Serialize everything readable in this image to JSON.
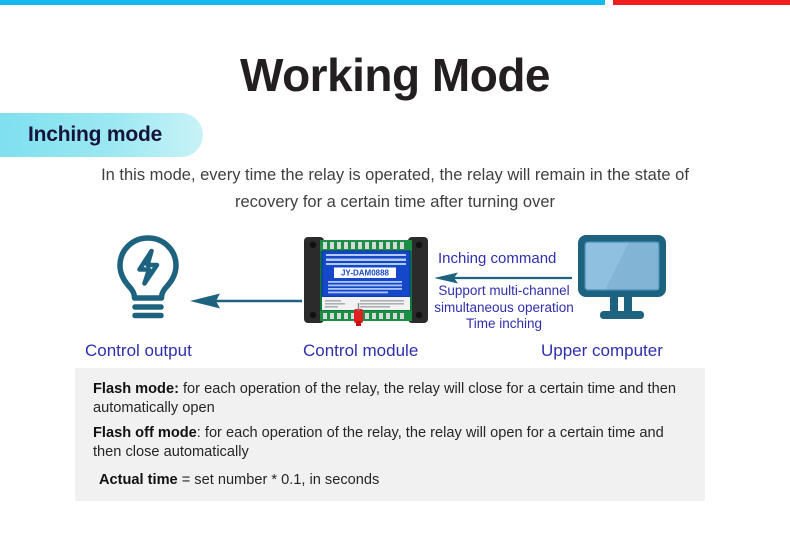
{
  "top_bar": {
    "left_color": "#16b9ef",
    "right_color": "#f01f1f"
  },
  "header": {
    "title": "Working Mode"
  },
  "badge": {
    "label": "Inching mode",
    "gradient_from": "#7fe0ef",
    "gradient_to": "#c9f2f7",
    "text_color": "#14143c"
  },
  "description": {
    "text": "In this mode, every time the relay is operated, the relay will remain in the state of recovery for a certain time after turning over"
  },
  "diagram": {
    "accent_color": "#1d6380",
    "label_color": "#2f2fae",
    "nodes": [
      {
        "id": "control-output",
        "label": "Control output",
        "icon": "lightbulb-icon"
      },
      {
        "id": "control-module",
        "label": "Control module",
        "icon": "relay-board-icon",
        "board_text": "JY-DAM0888"
      },
      {
        "id": "upper-computer",
        "label": "Upper computer",
        "icon": "monitor-icon"
      }
    ],
    "command_label": "Inching command",
    "command_details": [
      "Support multi-channel",
      "simultaneous operation",
      "Time inching"
    ]
  },
  "info_box": {
    "background": "#f1f1f1",
    "items": [
      {
        "lead": "Flash mode:",
        "body": " for each operation of the relay, the relay will close for a certain time and then automatically open"
      },
      {
        "lead": "Flash off mode",
        "body": ": for each operation of the relay, the relay will open for a certain time and then close automatically"
      }
    ],
    "actual_time": {
      "lead": "Actual time",
      "body": " = set number * 0.1, in seconds"
    }
  }
}
